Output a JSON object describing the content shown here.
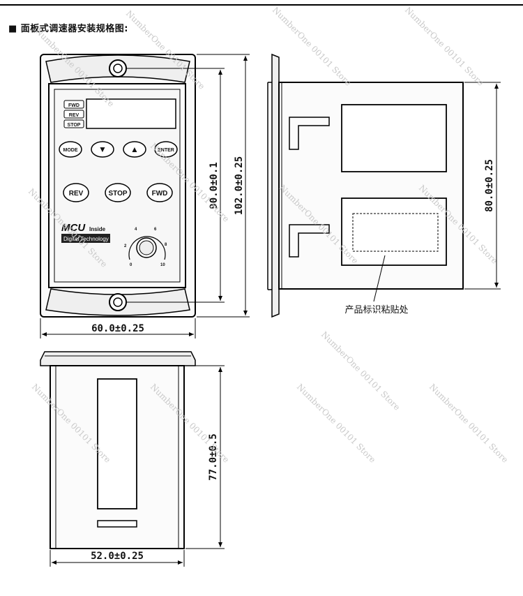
{
  "title": "■ 面板式调速器安装规格图:",
  "panel": {
    "indicators": [
      "FWD",
      "REV",
      "STOP"
    ],
    "keys_row1": [
      "MODE",
      "▼",
      "▲",
      "ENTER"
    ],
    "keys_row2": [
      "REV",
      "STOP",
      "FWD"
    ],
    "brand": "MCU",
    "brand_suffix": "Inside",
    "brand_sub": "Digital Technology",
    "knob_scale": [
      "0",
      "2",
      "4",
      "6",
      "8",
      "10"
    ]
  },
  "dimensions": {
    "front_width": "60.0±0.25",
    "front_hole_pitch": "90.0±0.1",
    "front_height": "102.0±0.25",
    "side_height": "80.0±0.25",
    "bottom_depth": "77.0±0.5",
    "bottom_width": "52.0±0.25"
  },
  "label_area": "产品标识粘贴处",
  "watermark": "NumberOne 00101 Store"
}
